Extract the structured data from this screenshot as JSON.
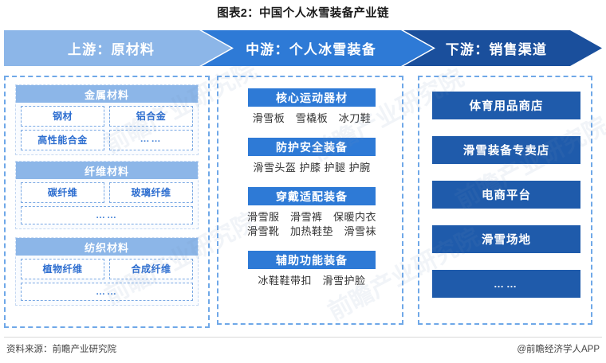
{
  "title": "图表2：中国个人冰雪装备产业链",
  "banners": [
    {
      "label": "上游：原材料",
      "color": "#8cb6e8"
    },
    {
      "label": "中游：个人冰雪装备",
      "color": "#2e7ad6"
    },
    {
      "label": "下游：销售渠道",
      "color": "#1a4f9c"
    }
  ],
  "upstream": {
    "groups": [
      {
        "header": "金属材料",
        "rows": [
          [
            "钢材",
            "铝合金"
          ],
          [
            "高性能合金",
            "……"
          ]
        ]
      },
      {
        "header": "纤维材料",
        "rows": [
          [
            "碳纤维",
            "玻璃纤维"
          ],
          [
            "……"
          ]
        ]
      },
      {
        "header": "纺织材料",
        "rows": [
          [
            "植物纤维",
            "合成纤维"
          ],
          [
            "……"
          ]
        ]
      }
    ]
  },
  "midstream": {
    "blocks": [
      {
        "header": "核心运动器材",
        "lines": [
          "滑雪板　雪橇板　冰刀鞋"
        ]
      },
      {
        "header": "防护安全装备",
        "lines": [
          "滑雪头盔 护膝 护腿 护腕"
        ]
      },
      {
        "header": "穿戴适配装备",
        "lines": [
          "滑雪服　滑雪裤　保暖内衣",
          "滑雪靴　加热鞋垫　滑雪袜"
        ]
      },
      {
        "header": "辅助功能装备",
        "lines": [
          "冰鞋鞋带扣　滑雪护脸"
        ]
      }
    ]
  },
  "downstream": {
    "channels": [
      "体育用品商店",
      "滑雪装备专卖店",
      "电商平台",
      "滑雪场地",
      "……"
    ]
  },
  "footer": {
    "source": "资料来源：前瞻产业研究院",
    "app": "@前瞻经济学人APP"
  },
  "watermark": "前瞻产业研究院"
}
